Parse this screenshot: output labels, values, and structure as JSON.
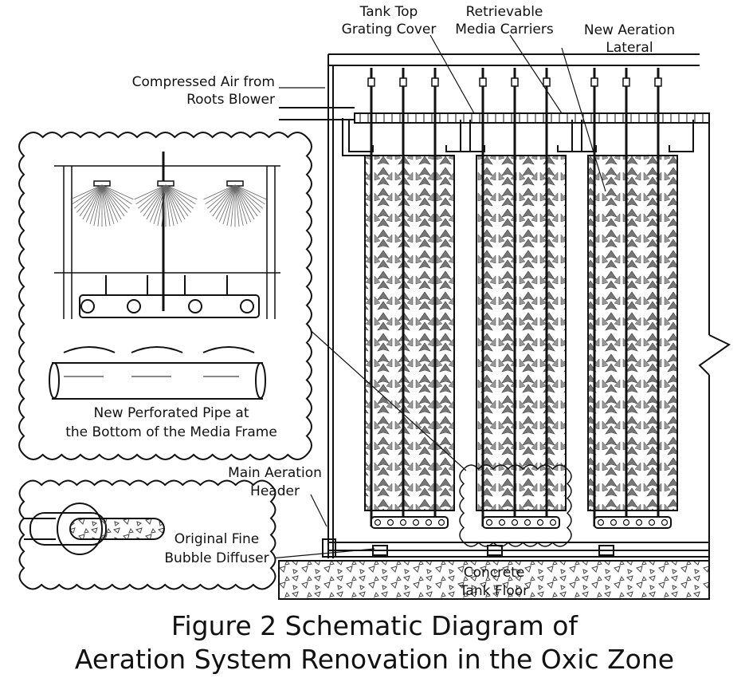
{
  "labels": {
    "tank_top_grating_cover": [
      "Tank Top",
      "Grating Cover"
    ],
    "retrievable_media_carriers": [
      "Retrievable",
      "Media Carriers"
    ],
    "new_aeration_lateral": [
      "New Aeration",
      "Lateral"
    ],
    "compressed_air": [
      "Compressed Air from",
      "Roots Blower"
    ],
    "perforated_pipe": [
      "New Perforated Pipe at",
      "the Bottom of the Media Frame"
    ],
    "main_aeration_header": [
      "Main Aeration",
      "Header"
    ],
    "fine_bubble_diffuser": [
      "Original Fine",
      "Bubble Diffuser"
    ],
    "concrete_tank_floor": [
      "Concrete",
      "Tank Floor"
    ]
  },
  "caption": [
    "Figure 2 Schematic Diagram of",
    "Aeration System Renovation in the Oxic Zone"
  ],
  "colors": {
    "ink": "#111111",
    "background": "#ffffff",
    "hatch": "#555555"
  }
}
